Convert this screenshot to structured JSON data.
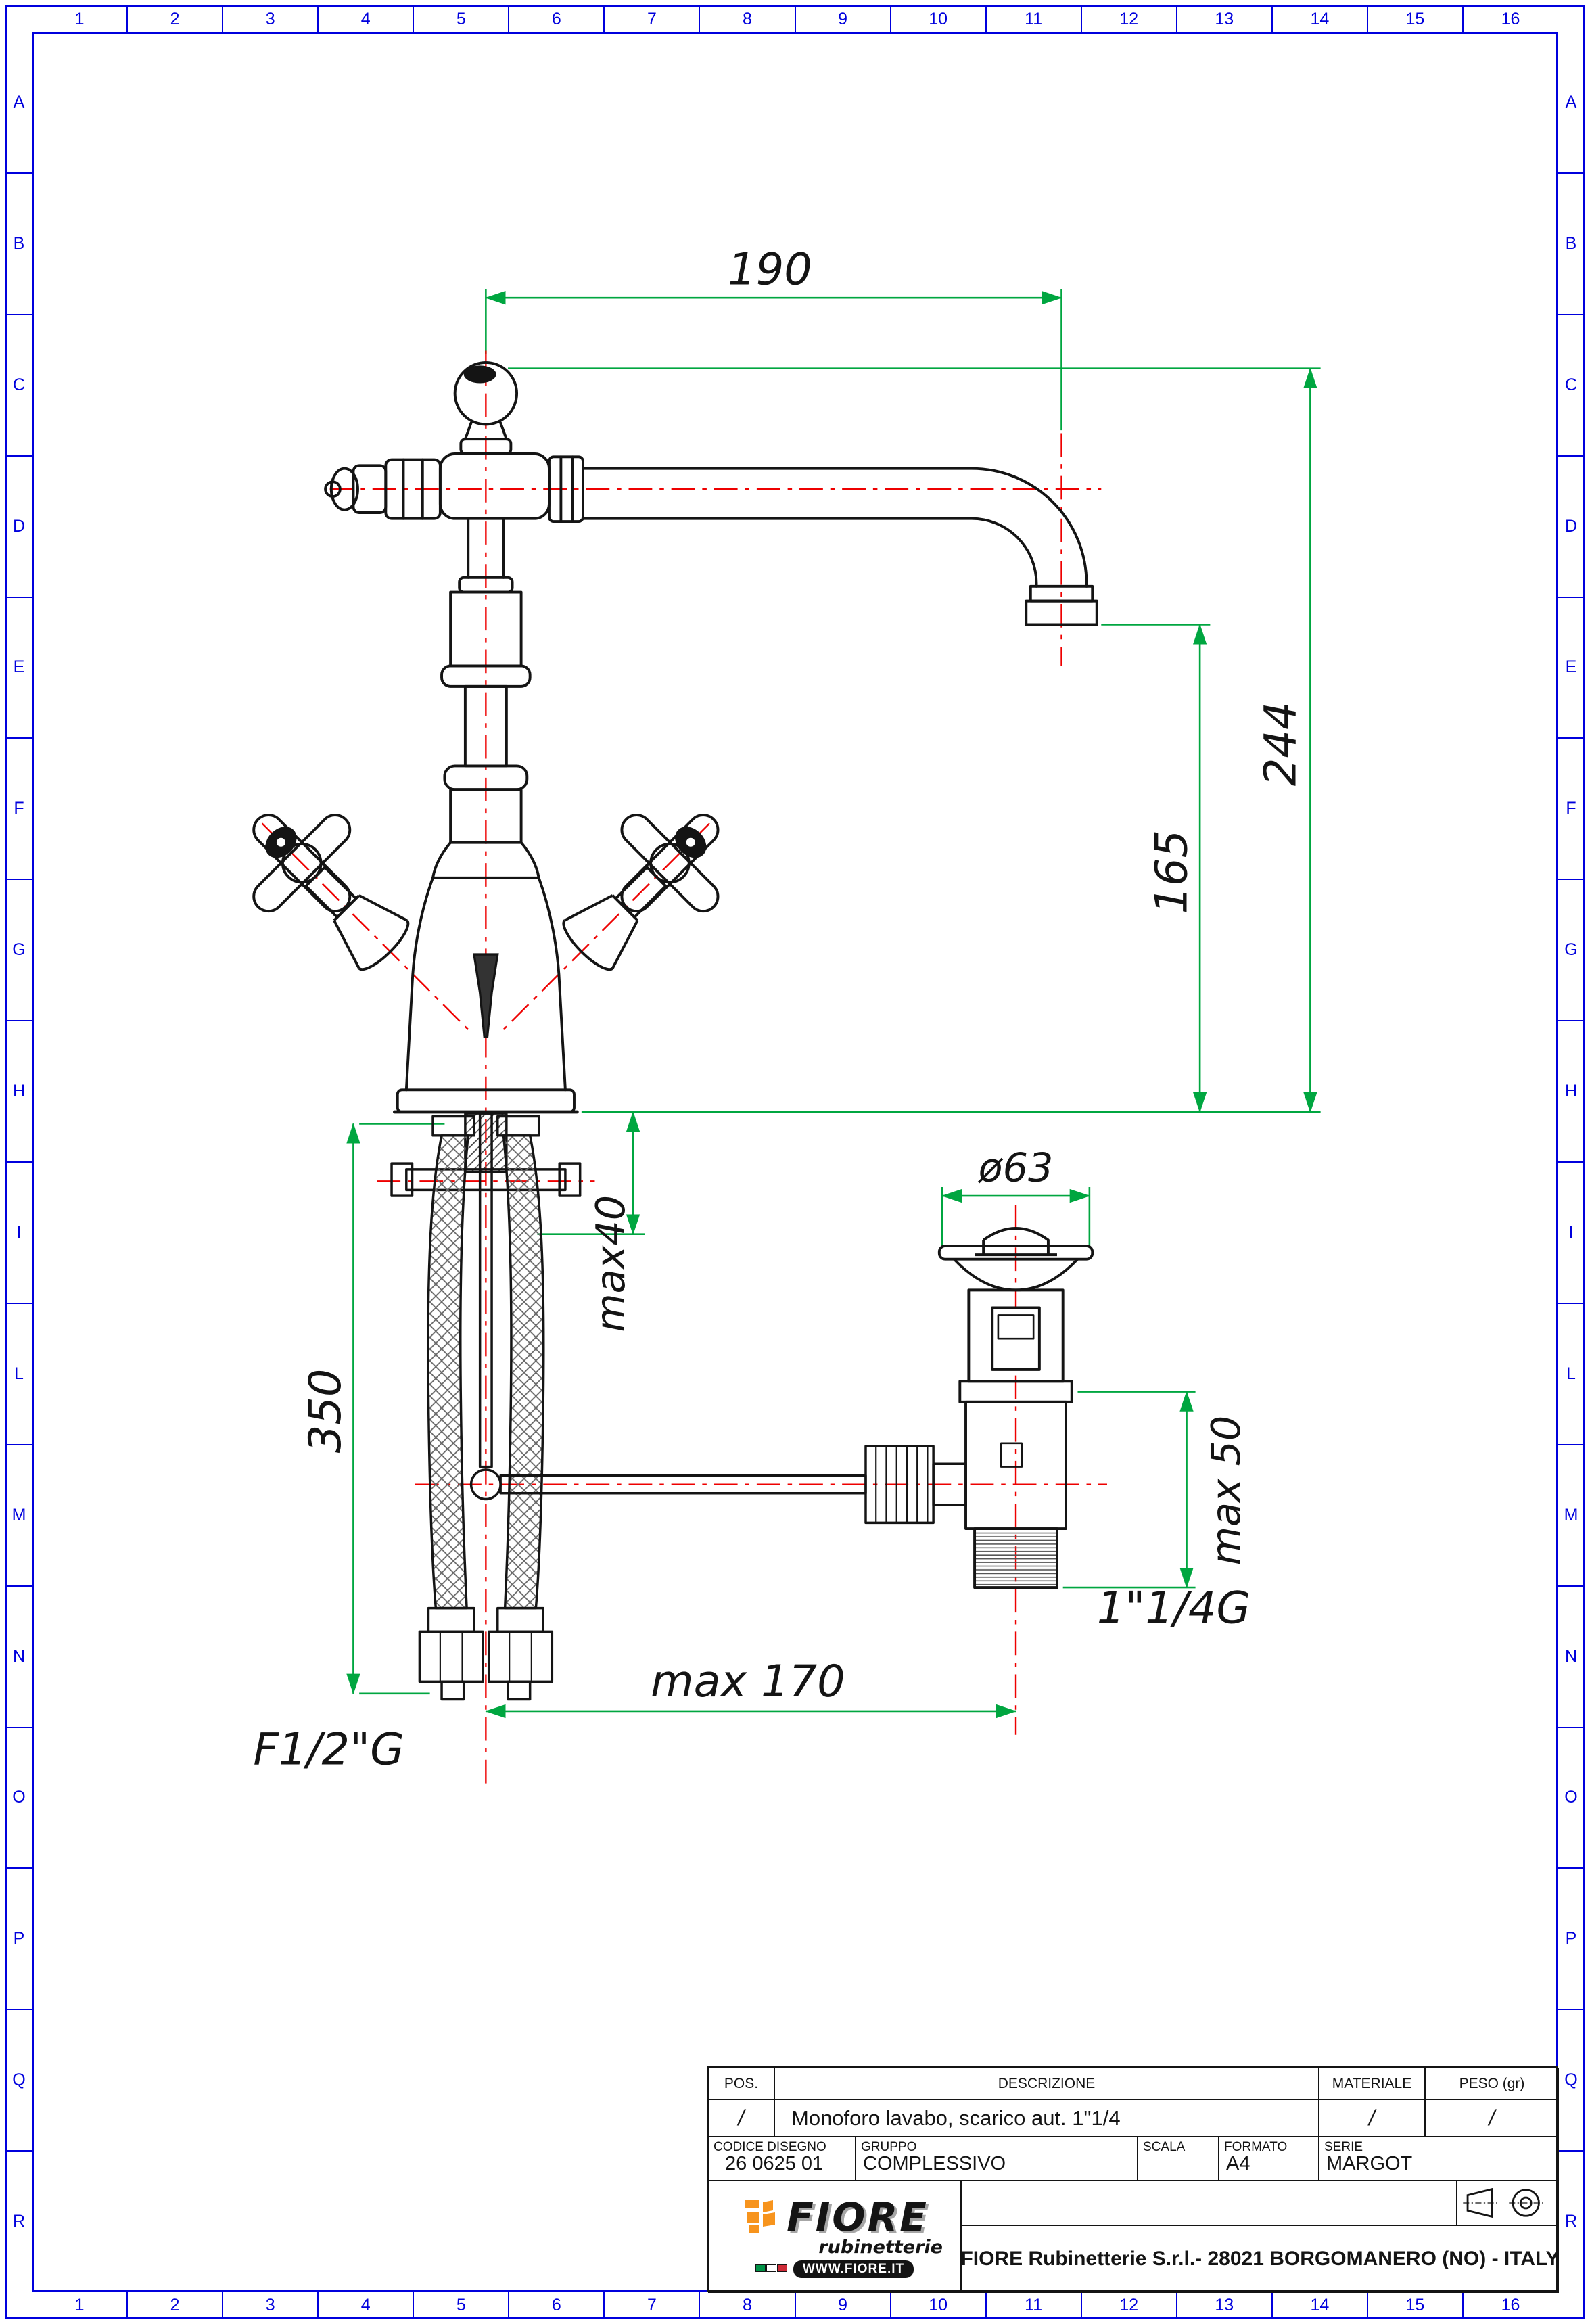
{
  "colors": {
    "frame_blue": "#0000dd",
    "dimension_green": "#00a640",
    "centerline_red": "#ee0000",
    "drawing_black": "#141414",
    "logo_orange": "#f7941d"
  },
  "sheet": {
    "grid_cols": [
      "1",
      "2",
      "3",
      "4",
      "5",
      "6",
      "7",
      "8",
      "9",
      "10",
      "11",
      "12",
      "13",
      "14",
      "15",
      "16"
    ],
    "grid_rows": [
      "A",
      "B",
      "C",
      "D",
      "E",
      "F",
      "G",
      "H",
      "I",
      "L",
      "M",
      "N",
      "O",
      "P",
      "Q",
      "R"
    ]
  },
  "dims": {
    "d190": "190",
    "d244": "244",
    "d165": "165",
    "dmax40": "max40",
    "d350": "350",
    "d63": "ø63",
    "dmax50": "max 50",
    "dthread_drain": "1\"1/4G",
    "dmax170": "max  170",
    "dthread_inlet": "F1/2\"G"
  },
  "title_block": {
    "pos_label": "POS.",
    "pos_value": "/",
    "descrizione_label": "DESCRIZIONE",
    "descrizione_value": "Monoforo lavabo, scarico aut. 1\"1/4",
    "materiale_label": "MATERIALE",
    "materiale_value": "/",
    "peso_label": "PESO (gr)",
    "peso_value": "/",
    "codice_label": "CODICE DISEGNO",
    "codice_value": "26 0625 01",
    "gruppo_label": "GRUPPO",
    "gruppo_value": "COMPLESSIVO",
    "scala_label": "SCALA",
    "scala_value": "",
    "formato_label": "FORMATO",
    "formato_value": "A4",
    "serie_label": "SERIE",
    "serie_value": "MARGOT",
    "company_line": "FIORE Rubinetterie S.r.l.- 28021 BORGOMANERO (NO) - ITALY",
    "logo_name": "FIORE",
    "logo_sub": "rubinetterie",
    "logo_url": "WWW.FIORE.IT"
  }
}
